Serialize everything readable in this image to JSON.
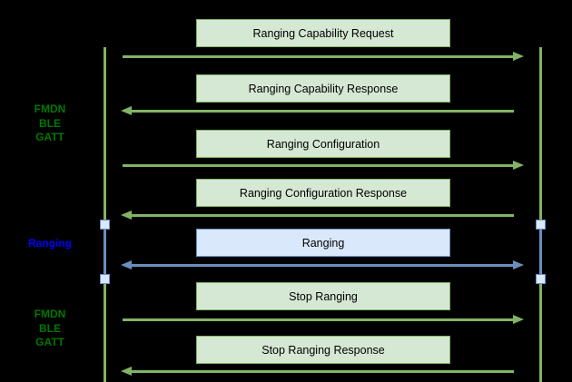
{
  "diagram": {
    "type": "sequence-diagram",
    "left_labels": [
      {
        "text": "FMDN\nBLE\nGATT",
        "color": "#007700"
      },
      {
        "text": "Ranging",
        "color": "#0000ff"
      },
      {
        "text": "FMDN\nBLE\nGATT",
        "color": "#007700"
      }
    ],
    "messages": [
      {
        "label": "Ranging Capability Request",
        "direction": "right",
        "style": "gatt"
      },
      {
        "label": "Ranging Capability Response",
        "direction": "left",
        "style": "gatt"
      },
      {
        "label": "Ranging Configuration",
        "direction": "right",
        "style": "gatt"
      },
      {
        "label": "Ranging Configuration Response",
        "direction": "left",
        "style": "gatt"
      },
      {
        "label": "Ranging",
        "direction": "both",
        "style": "ranging"
      },
      {
        "label": "Stop Ranging",
        "direction": "right",
        "style": "gatt"
      },
      {
        "label": "Stop Ranging Response",
        "direction": "left",
        "style": "gatt"
      }
    ],
    "colors": {
      "background": "#000000",
      "gatt_fill": "#d5e8d4",
      "gatt_stroke": "#82b366",
      "ranging_fill": "#dae8fc",
      "ranging_stroke": "#6c8ebf",
      "label_green": "#007700",
      "label_blue": "#0000ff",
      "text": "#000000"
    }
  }
}
